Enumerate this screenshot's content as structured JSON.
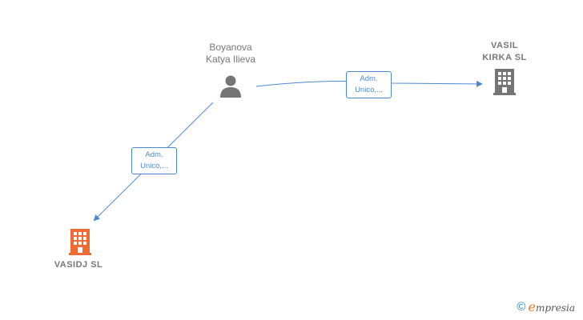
{
  "person": {
    "name_line1": "Boyanova",
    "name_line2": "Katya Ilieva",
    "icon": "person-icon"
  },
  "companies": {
    "vasil": {
      "line1": "VASIL",
      "line2": "KIRKA  SL",
      "icon": "building-icon",
      "color": "#757575"
    },
    "vasidj": {
      "line1": "VASIDJ  SL",
      "icon": "building-icon",
      "color": "#f06a35"
    }
  },
  "relations": {
    "to_vasil": {
      "line1": "Adm.",
      "line2": "Unico,..."
    },
    "to_vasidj": {
      "line1": "Adm.",
      "line2": "Unico,..."
    }
  },
  "colors": {
    "edge": "#4a89d4",
    "node_gray": "#757575",
    "focus_company": "#f06a35"
  },
  "brand": {
    "copyright": "©",
    "name_initial": "e",
    "name_rest": "mpresia"
  }
}
